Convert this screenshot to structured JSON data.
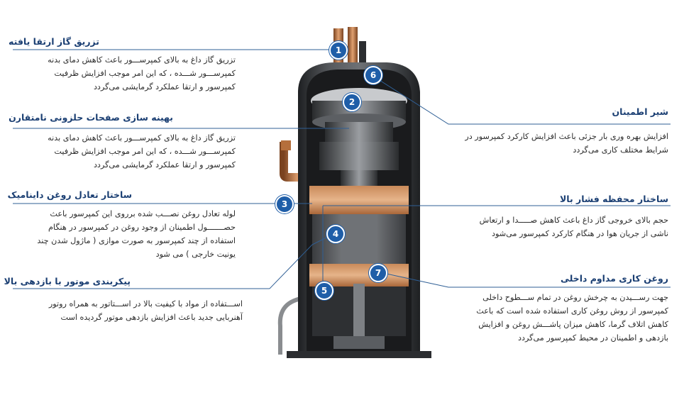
{
  "features": [
    {
      "number": "1",
      "title": "تزریق گاز ارتقا یافته",
      "lines": [
        "تزریق گاز داغ به بالای کمپرســـور باعث کاهش دمای بدنه",
        "کمپرســـور شـــده ، که این امر موجب افزایش ظرفیت",
        "کمپرسور و ارتقا عملکرد گرمایشی می‌گردد"
      ]
    },
    {
      "number": "2",
      "title": "بهینه سازی صفحات حلزونی نامتقارن",
      "lines": [
        "تزریق گاز داغ به بالای کمپرســـور باعث کاهش دمای بدنه",
        "کمپرســـور شـــده ، که این امر موجب افزایش ظرفیت",
        "کمپرسور و ارتقا عملکرد گرمایشی می‌گردد"
      ]
    },
    {
      "number": "3",
      "title": "ساختار تعادل روغن داینامیک",
      "lines": [
        "لوله تعادل روغن نصـــب شده برروی این کمپرسور باعث",
        "حصـــــــول اطمینان از وجود روغن در کمپرسور در هنگام",
        "استفاده از چند کمپرسور به صورت موازی ( ماژول شدن چند",
        "یونیت خارجی ) می شود"
      ]
    },
    {
      "number": "4",
      "title": "پیکربندی موتور با بازدهی بالا",
      "lines": [
        "اســـتفاده از مواد با کیفیت بالا در اســـتاتور به همراه روتور",
        "آهنربایی جدید باعث افزایش بازدهی موتور گردیده است"
      ]
    },
    {
      "number": "6",
      "title": "شیر اطمینان",
      "lines": [
        "افزایش بهره وری بار جزئی باعث افزایش کارکرد کمپرسور در",
        "شرایط مختلف کاری می‌گردد"
      ]
    },
    {
      "number": "5",
      "title": "ساختار محفظه فشار بالا",
      "lines": [
        "حجم بالای خروجی گاز داغ باعث کاهش صـــــدا و ارتعاش",
        "ناشی از جریان هوا در هنگام کارکرد کمپرسور می‌شود"
      ]
    },
    {
      "number": "7",
      "title": "روغن کاری مداوم داخلی",
      "lines": [
        "جهت رســـیدن به چرخش روغن در تمام ســـطوح داخلی",
        "کمپرسور از روش روغن کاری استفاده شده است که باعث",
        "کاهش اتلاف گرما،  کاهش میزان پاشـــش روغن و افزایش",
        "بازدهی و اطمینان در محیط کمپرسور می‌گردد"
      ]
    }
  ],
  "colors": {
    "accent": "#1f5ea8",
    "title_text": "#1b3f73",
    "body_text": "#2c2c2c",
    "compressor_shell": "#3b3d40",
    "copper": "#b56f3c"
  }
}
